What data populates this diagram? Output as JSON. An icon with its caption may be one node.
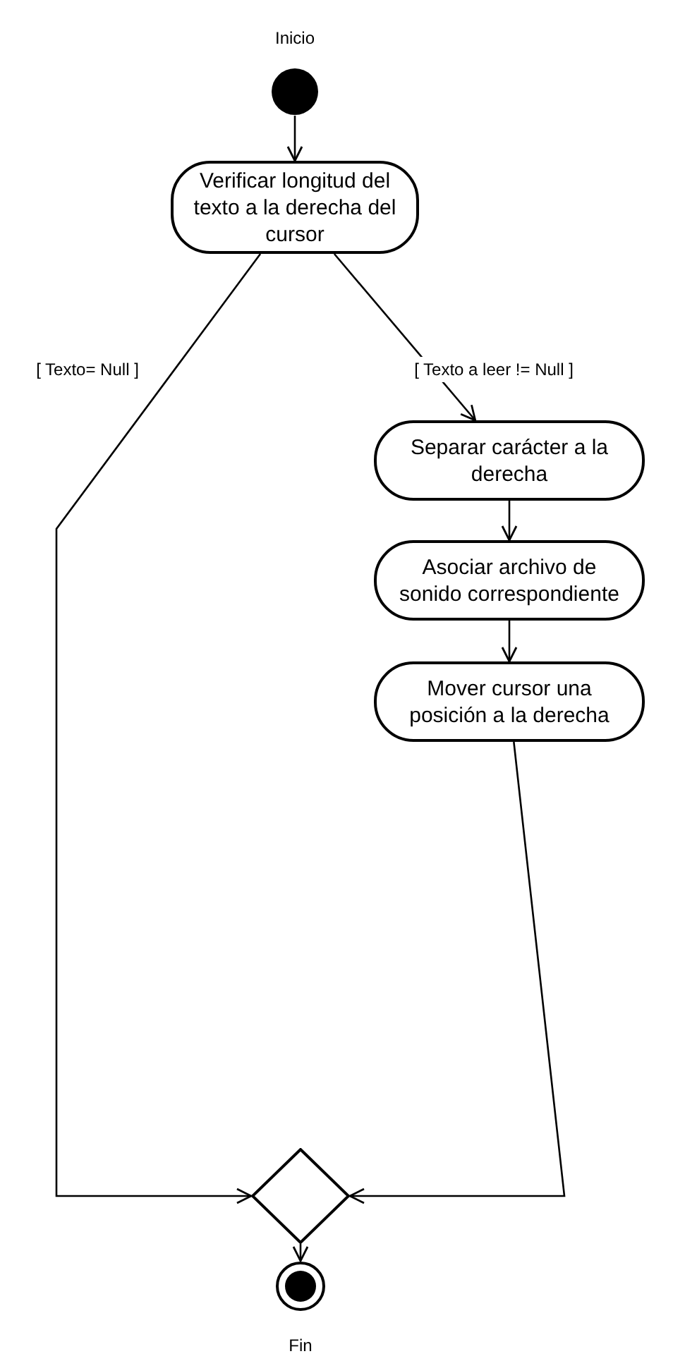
{
  "diagram": {
    "nodes": [
      {
        "text": [],
        "shape": "circle",
        "beside": [
          "Inicio"
        ]
      },
      {
        "text": [
          "Verificar longitud del texto a la derecha del cursor"
        ]
      },
      {
        "text": [
          "Separar carácter a la derecha"
        ]
      },
      {
        "text": [
          "Asociar archivo de sonido correspondiente"
        ]
      },
      {
        "text": [
          "Mover cursor una posición a la derecha"
        ]
      },
      {
        "text": [],
        "shape": "diamond"
      },
      {
        "text": [],
        "shape": "circle",
        "beside": [
          "Fin"
        ]
      }
    ],
    "edges": [
      {
        "from": 0,
        "to": 1,
        "arrow": "to"
      },
      {
        "from": 1,
        "to": 5,
        "arrow": "to",
        "label": "[ Texto= Null ]"
      },
      {
        "from": 1,
        "to": 2,
        "arrow": "to",
        "label": "[ Texto a leer != Null ]"
      },
      {
        "from": 2,
        "to": 3,
        "arrow": "to"
      },
      {
        "from": 3,
        "to": 4,
        "arrow": "to"
      },
      {
        "from": 4,
        "to": 5,
        "arrow": "to"
      },
      {
        "from": 5,
        "to": 6,
        "arrow": "to"
      }
    ]
  }
}
